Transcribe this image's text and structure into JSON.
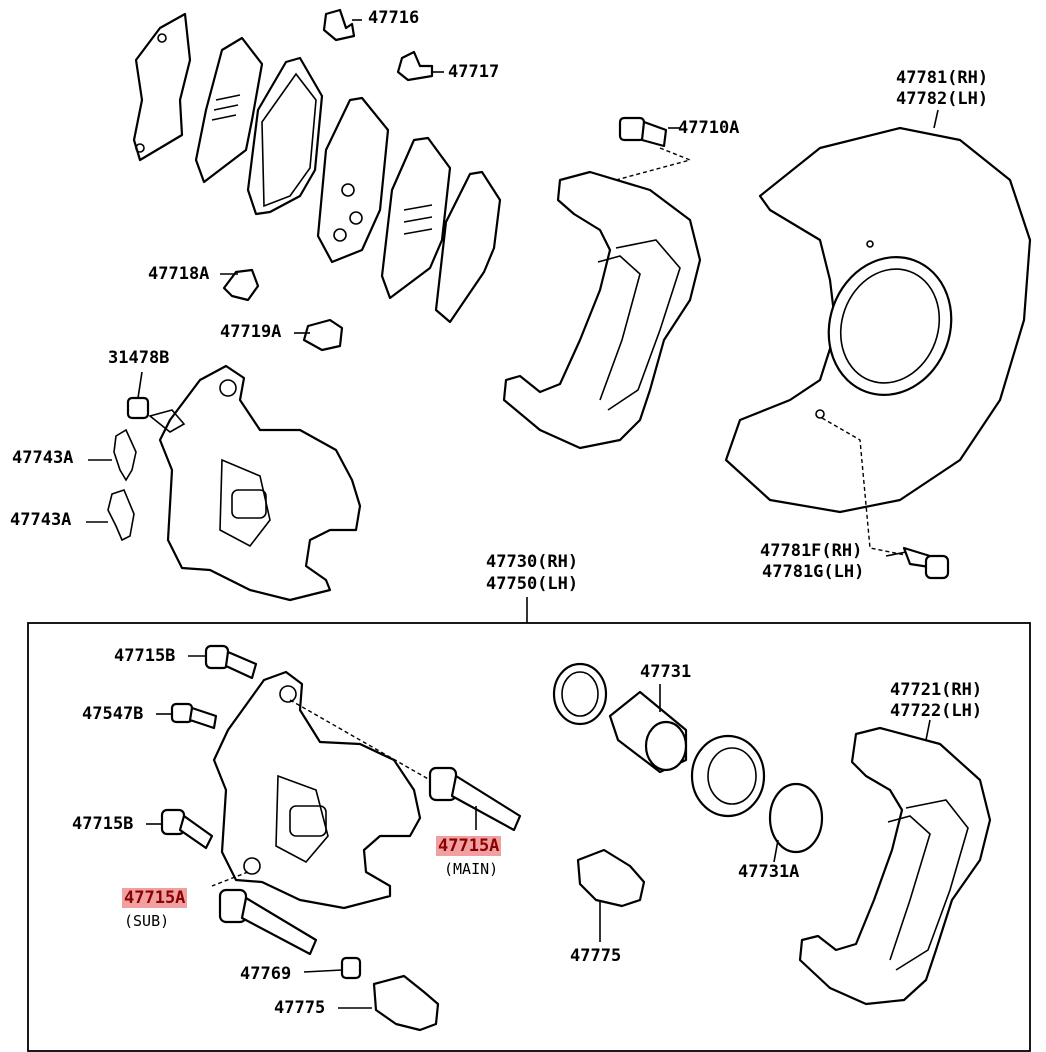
{
  "labels": {
    "p47716": "47716",
    "p47717": "47717",
    "p47710A": "47710A",
    "p47781rh": "47781(RH)",
    "p47782lh": "47782(LH)",
    "p47718A": "47718A",
    "p47719A": "47719A",
    "p31478B": "31478B",
    "p47743A_1": "47743A",
    "p47743A_2": "47743A",
    "p47781F": "47781F(RH)",
    "p47781G": "47781G(LH)",
    "p47730rh": "47730(RH)",
    "p47750lh": "47750(LH)",
    "p47715B_1": "47715B",
    "p47547B": "47547B",
    "p47715B_2": "47715B",
    "p47715A_main": "47715A",
    "main_note": "(MAIN)",
    "p47715A_sub": "47715A",
    "sub_note": "(SUB)",
    "p47731": "47731",
    "p47721rh": "47721(RH)",
    "p47722lh": "47722(LH)",
    "p47731A": "47731A",
    "p47775_1": "47775",
    "p47769": "47769",
    "p47775_2": "47775"
  },
  "colors": {
    "highlight_bg": "#f0a0a0",
    "highlight_text": "#8b0000",
    "line": "#000000"
  }
}
